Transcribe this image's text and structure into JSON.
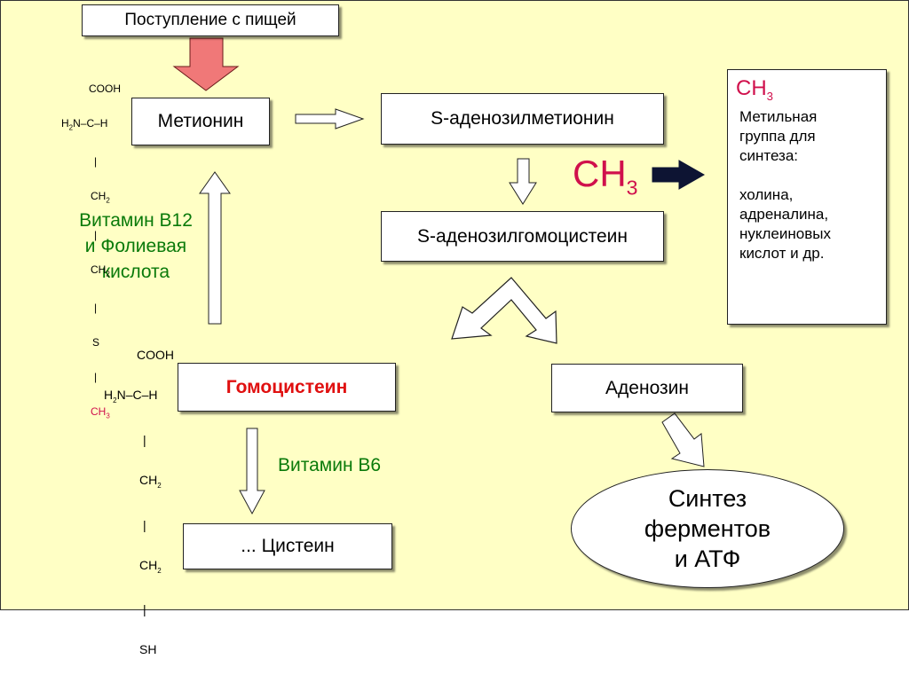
{
  "intake": {
    "label": "Поступление с пищей"
  },
  "methionine": {
    "label": "Метионин"
  },
  "sam": {
    "label": "S-аденозилметионин"
  },
  "sah": {
    "label": "S-аденозилгомоцистеин"
  },
  "homocysteine": {
    "label": "Гомоцистеин",
    "color": "#e01010"
  },
  "adenosine": {
    "label": "Аденозин"
  },
  "cysteine": {
    "label": "... Цистеин"
  },
  "synthesis": {
    "lines": [
      "Синтез",
      "ферментов",
      "и АТФ"
    ]
  },
  "vitamin_b12": {
    "lines": [
      "Витамин В12",
      "и Фолиевая",
      "кислота"
    ],
    "color": "#0a7a0a"
  },
  "vitamin_b6": {
    "label": "Витамин В6"
  },
  "ch3_large": {
    "base": "CH",
    "sub": "3",
    "color": "#d0104c"
  },
  "methyl_panel": {
    "ch3": {
      "base": "CH",
      "sub": "3"
    },
    "lines": [
      "Метильная",
      "группа для",
      "синтеза:",
      "",
      "холина,",
      "адреналина,",
      "нуклеиновых",
      "кислот и др."
    ]
  },
  "methionine_formula": {
    "cooh": "COOH",
    "h2n": "H",
    "h2n_sub": "2",
    "h2n_rest": "N",
    "chh": "–C–H",
    "ch2a": "CH",
    "ch2b": "CH",
    "two": "2",
    "s": "S",
    "ch3": "CH",
    "three": "3",
    "ch3_color": "#d0104c"
  },
  "homocysteine_formula": {
    "cooh": "COOH",
    "h2n": "H",
    "h2n_sub": "2",
    "h2n_rest": "N",
    "chh": "–C–H",
    "ch2a": "CH",
    "ch2b": "CH",
    "two": "2",
    "sh": "SH"
  },
  "colors": {
    "background": "#ffffc5",
    "pink_arrow": "#f07878",
    "dark_arrow": "#0d1433"
  }
}
